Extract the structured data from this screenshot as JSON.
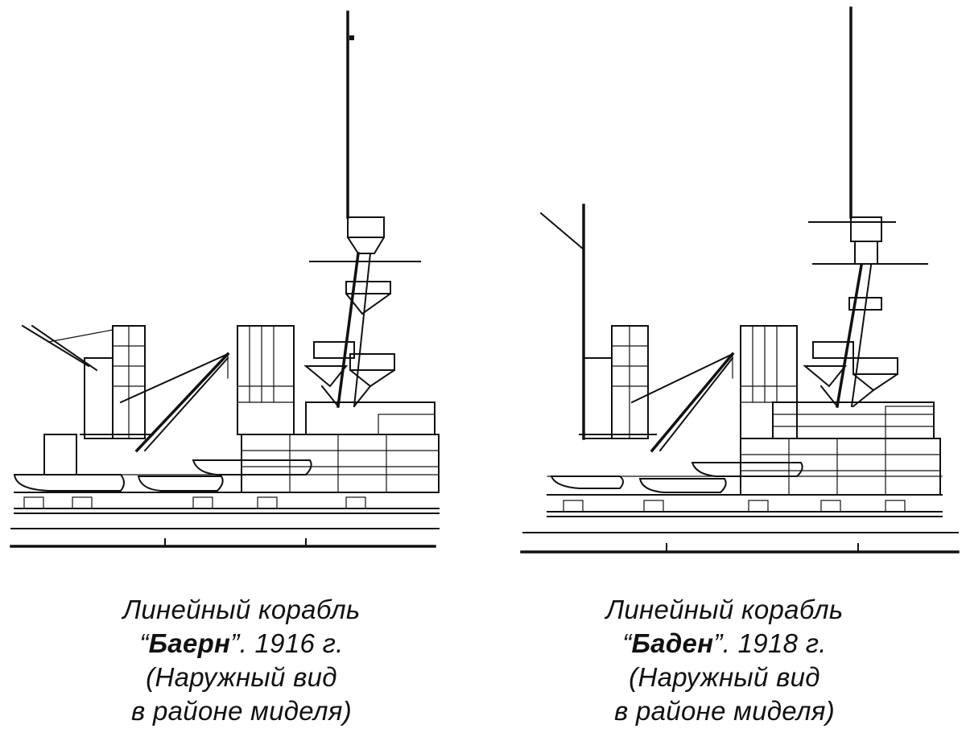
{
  "figures": [
    {
      "caption": {
        "line1": "Линейный корабль",
        "open_quote": "“",
        "ship_name": "Баерн",
        "close_quote_year": "”. 1916 г.",
        "line3": "(Наружный вид",
        "line4": "в районе миделя)"
      }
    },
    {
      "caption": {
        "line1": "Линейный корабль",
        "open_quote": "“",
        "ship_name": "Баден",
        "close_quote_year": "”. 1918 г.",
        "line3": "(Наружный вид",
        "line4": "в районе миделя)"
      }
    }
  ]
}
